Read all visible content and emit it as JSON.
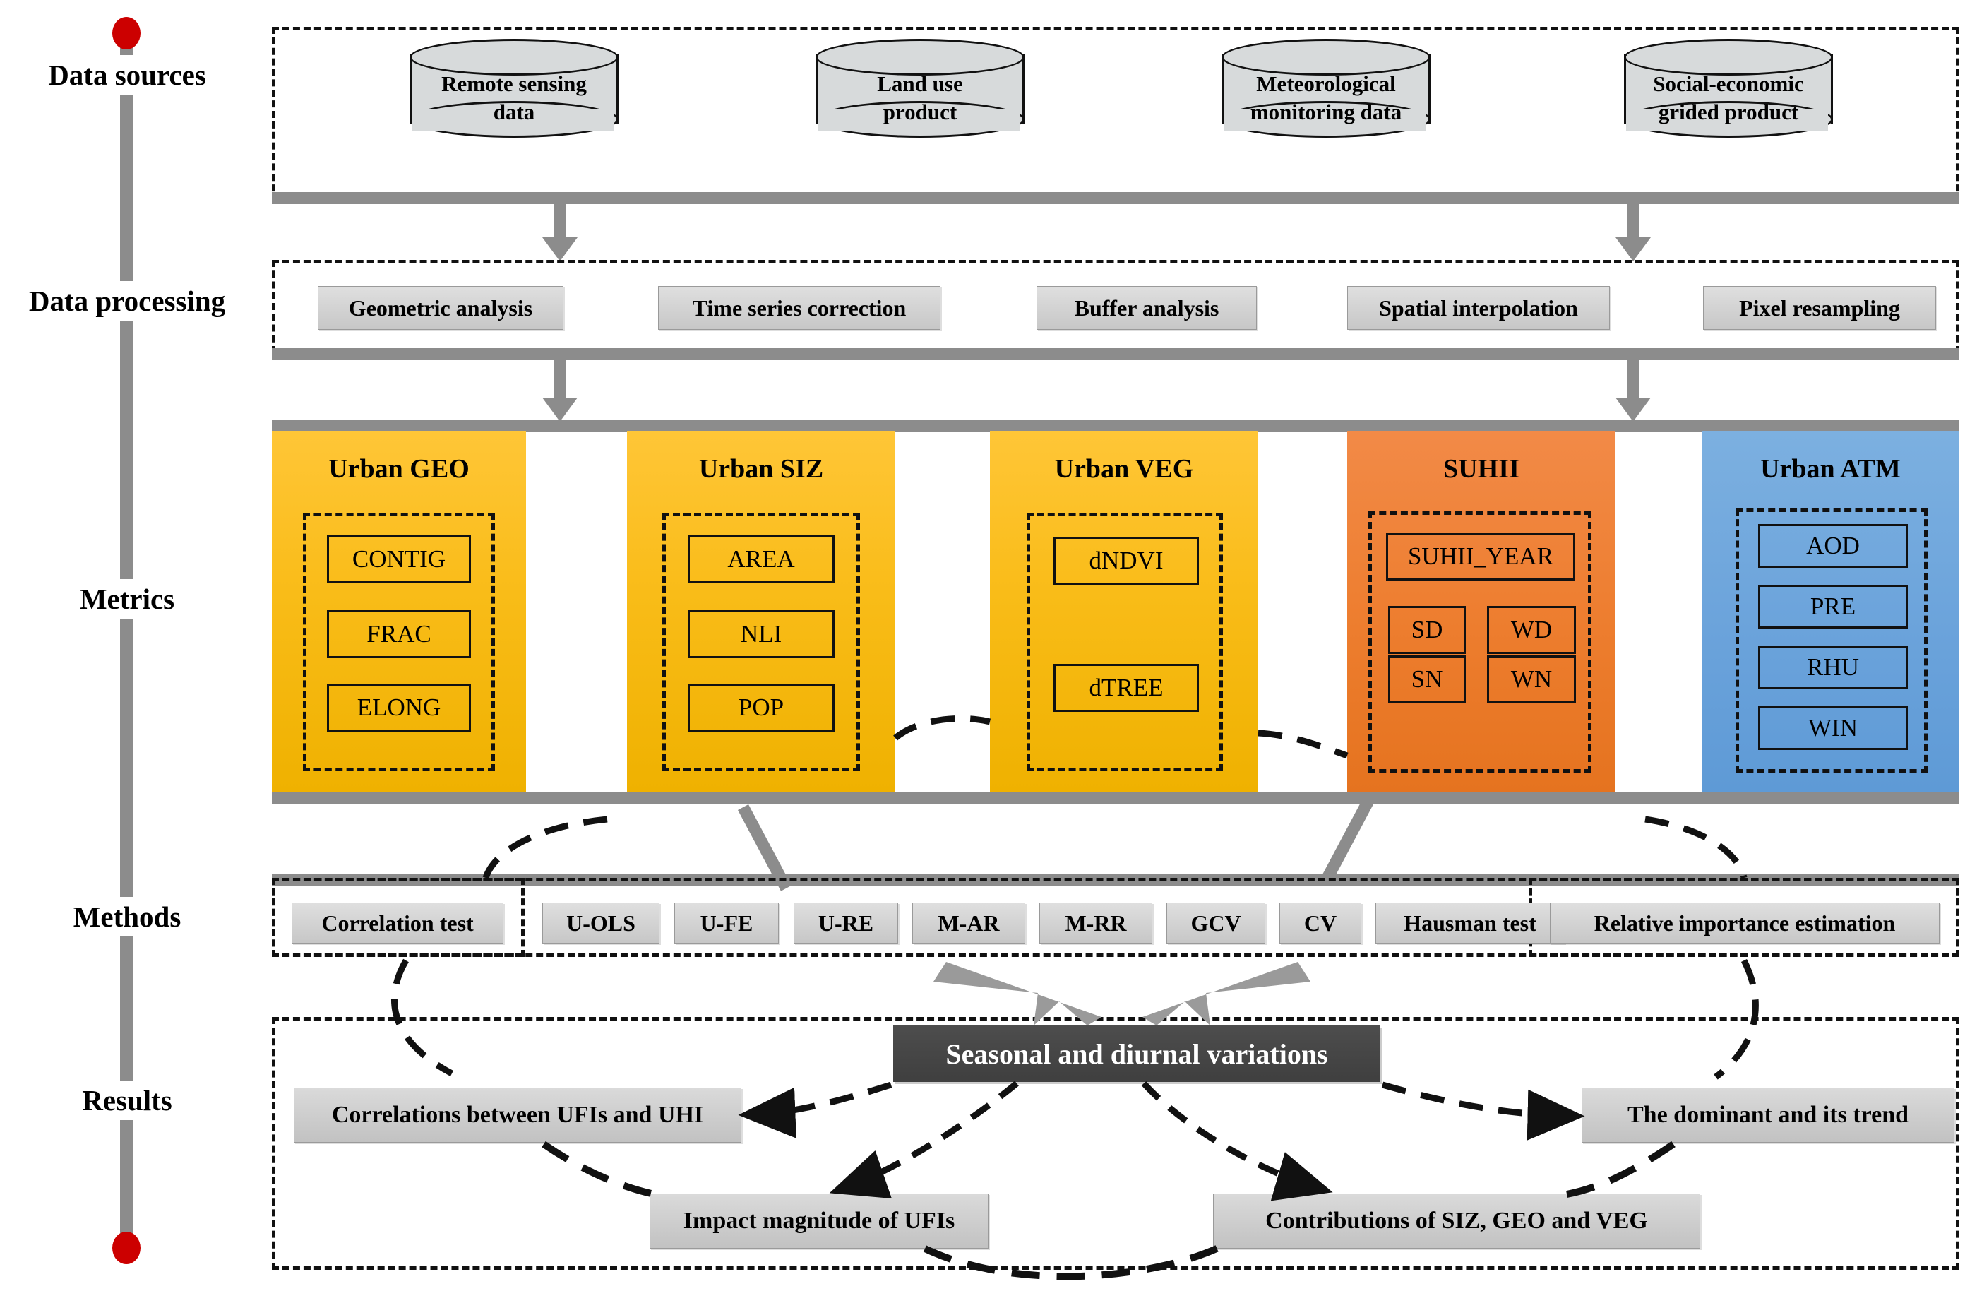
{
  "stages": [
    {
      "label": "Data sources"
    },
    {
      "label": "Data processing"
    },
    {
      "label": "Metrics"
    },
    {
      "label": "Methods"
    },
    {
      "label": "Results"
    }
  ],
  "data_sources": {
    "items": [
      {
        "line1": "Remote sensing",
        "line2": "data"
      },
      {
        "line1": "Land use",
        "line2": "product"
      },
      {
        "line1": "Meteorological",
        "line2": "monitoring data"
      },
      {
        "line1": "Social-economic",
        "line2": "grided product"
      }
    ]
  },
  "data_processing": {
    "items": [
      {
        "label": "Geometric analysis"
      },
      {
        "label": "Time series correction"
      },
      {
        "label": "Buffer analysis"
      },
      {
        "label": "Spatial interpolation"
      },
      {
        "label": "Pixel resampling"
      }
    ]
  },
  "metrics": {
    "columns": [
      {
        "title": "Urban GEO",
        "color": "#F9BC18",
        "items": [
          "CONTIG",
          "FRAC",
          "ELONG"
        ]
      },
      {
        "title": "Urban SIZ",
        "color": "#F9BC18",
        "items": [
          "AREA",
          "NLI",
          "POP"
        ]
      },
      {
        "title": "Urban VEG",
        "color": "#F9BC18",
        "items": [
          "dNDVI",
          "dTREE"
        ]
      },
      {
        "title": "SUHII",
        "color": "#ED7D2E",
        "items": [
          "SUHII_YEAR",
          "SD",
          "WD",
          "SN",
          "WN"
        ]
      },
      {
        "title": "Urban ATM",
        "color": "#6BA3DB",
        "items": [
          "AOD",
          "PRE",
          "RHU",
          "WIN"
        ]
      }
    ]
  },
  "methods": {
    "group_left": [
      "Correlation test"
    ],
    "group_middle": [
      "U-OLS",
      "U-FE",
      "U-RE",
      "M-AR",
      "M-RR",
      "GCV",
      "CV",
      "Hausman test"
    ],
    "group_right": [
      "Relative importance estimation"
    ]
  },
  "results": {
    "center": "Seasonal and diurnal variations",
    "nodes": [
      {
        "label": "Correlations between UFIs and UHI"
      },
      {
        "label": "The dominant and its trend"
      },
      {
        "label": "Impact magnitude of UFIs"
      },
      {
        "label": "Contributions of SIZ, GEO and VEG"
      }
    ]
  }
}
